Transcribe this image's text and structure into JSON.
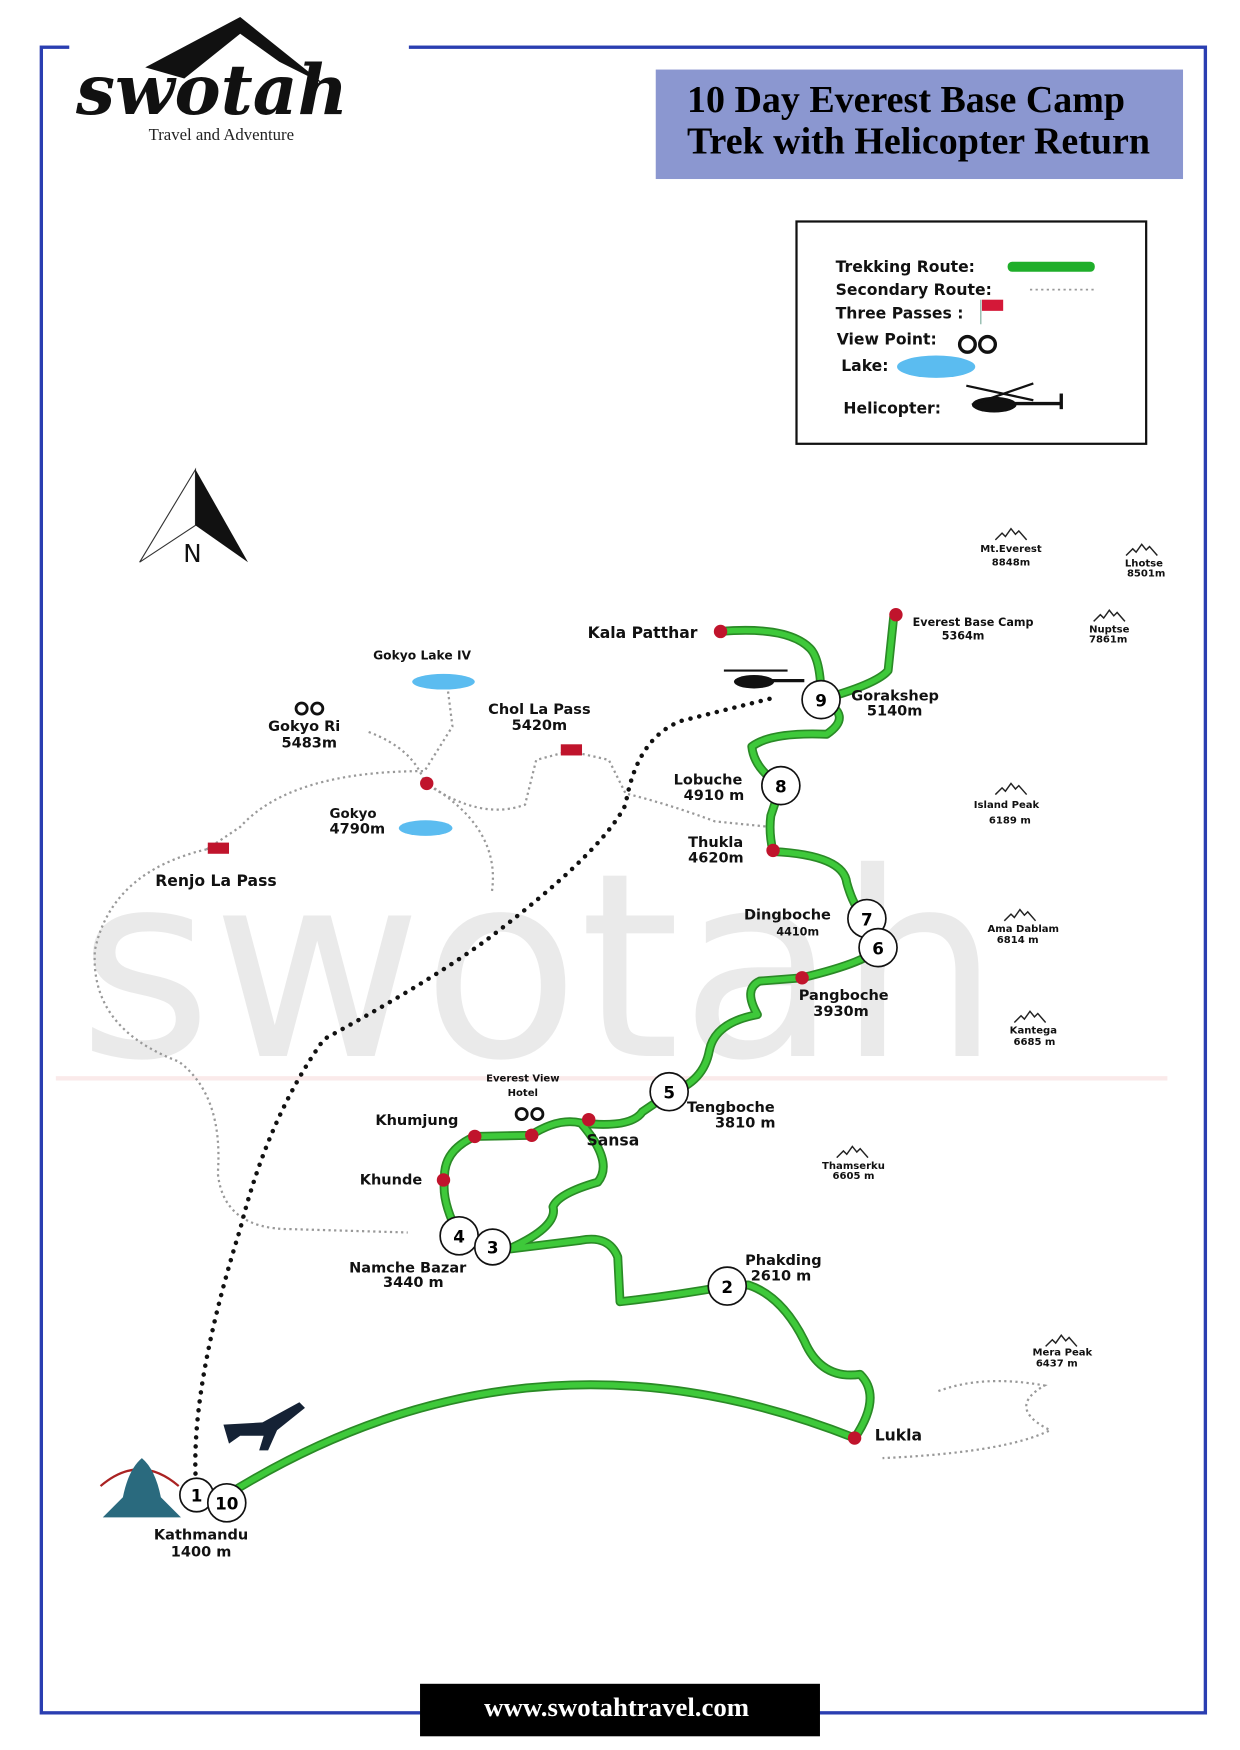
{
  "brand": {
    "logo_text": "swotah",
    "tagline": "Travel and Adventure"
  },
  "title": {
    "line1": "10  Day Everest Base Camp",
    "line2": "Trek with Helicopter Return"
  },
  "legend": {
    "trekking_route": "Trekking Route:",
    "secondary_route": "Secondary  Route:",
    "three_passes": "Three Passes :",
    "view_point": "View Point:",
    "lake": "Lake:",
    "helicopter": "Helicopter:"
  },
  "compass": {
    "north": "N"
  },
  "colors": {
    "border": "#2a3eb1",
    "title_bg": "#8b97d0",
    "route": "#3ec93a",
    "marker": "#c0142c",
    "lake": "#5bbcf0"
  },
  "stops": [
    {
      "num": "1",
      "name": "Kathmandu",
      "alt": "1400 m"
    },
    {
      "num": "10"
    },
    {
      "num": "2",
      "name": "Phakding",
      "alt": "2610 m"
    },
    {
      "num": "3"
    },
    {
      "num": "4",
      "name": "Namche Bazar",
      "alt": "3440 m"
    },
    {
      "num": "5",
      "name": "Tengboche",
      "alt": "3810 m"
    },
    {
      "num": "6"
    },
    {
      "num": "7",
      "name": "Dingboche",
      "alt": "4410m"
    },
    {
      "num": "8",
      "name": "Lobuche",
      "alt": "4910 m"
    },
    {
      "num": "9",
      "name": "Gorakshep",
      "alt": "5140m"
    }
  ],
  "places": {
    "lukla": "Lukla",
    "kala_patthar": "Kala Patthar",
    "ebc": "Everest Base Camp",
    "ebc_alt": "5364m",
    "thukla": "Thukla",
    "thukla_alt": "4620m",
    "pangboche": "Pangboche",
    "pangboche_alt": "3930m",
    "sansa": "Sansa",
    "khumjung": "Khumjung",
    "khunde": "Khunde",
    "everest_view_hotel_1": "Everest View",
    "everest_view_hotel_2": "Hotel",
    "gokyo_lake": "Gokyo Lake IV",
    "gokyo_ri": "Gokyo Ri",
    "gokyo_ri_alt": "5483m",
    "gokyo": "Gokyo",
    "gokyo_alt": "4790m",
    "chola_pass": "Chol La Pass",
    "chola_alt": "5420m",
    "renjo_la": "Renjo La Pass"
  },
  "peaks": [
    {
      "name": "Mt.Everest",
      "alt": "8848m"
    },
    {
      "name": "Lhotse",
      "alt": "8501m"
    },
    {
      "name": "Nuptse",
      "alt": "7861m"
    },
    {
      "name": "Island Peak",
      "alt": "6189 m"
    },
    {
      "name": "Ama Dablam",
      "alt": "6814 m"
    },
    {
      "name": "Kantega",
      "alt": "6685 m"
    },
    {
      "name": "Thamserku",
      "alt": "6605 m"
    },
    {
      "name": "Mera Peak",
      "alt": "6437 m"
    }
  ],
  "footer": {
    "url": "www.swotahtravel.com"
  }
}
